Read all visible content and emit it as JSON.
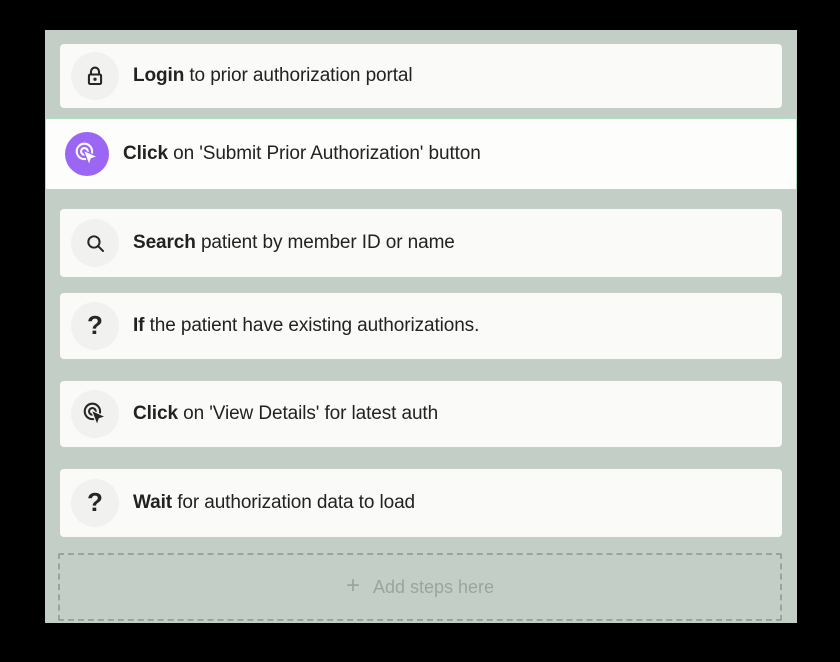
{
  "workflow": {
    "steps": [
      {
        "icon": "lock-icon",
        "action": "Login",
        "description": " to prior authorization portal",
        "highlighted": false
      },
      {
        "icon": "click-icon",
        "action": "Click",
        "description": " on 'Submit Prior Authorization' button",
        "highlighted": true
      },
      {
        "icon": "search-icon",
        "action": "Search",
        "description": " patient by member ID or name",
        "highlighted": false
      },
      {
        "icon": "question-icon",
        "action": "If",
        "description": " the patient have existing authorizations.",
        "highlighted": false
      },
      {
        "icon": "click-icon",
        "action": "Click",
        "description": " on 'View Details' for latest auth",
        "highlighted": false
      },
      {
        "icon": "question-icon",
        "action": "Wait",
        "description": " for authorization data to load",
        "highlighted": false
      }
    ],
    "add_zone": {
      "plus": "+",
      "label": "Add steps here"
    },
    "question_glyph": "?",
    "colors": {
      "panel_background": "#c3cec6",
      "card_background": "#fafaf9",
      "highlighted_card_background": "#fdfdfc",
      "highlighted_card_border": "#abdfc0",
      "icon_circle_background": "#f1f1ef",
      "accent_purple": "#9b66f3",
      "text": "#222222",
      "add_zone_gray": "#99a59d",
      "outer_background": "#000000"
    }
  }
}
